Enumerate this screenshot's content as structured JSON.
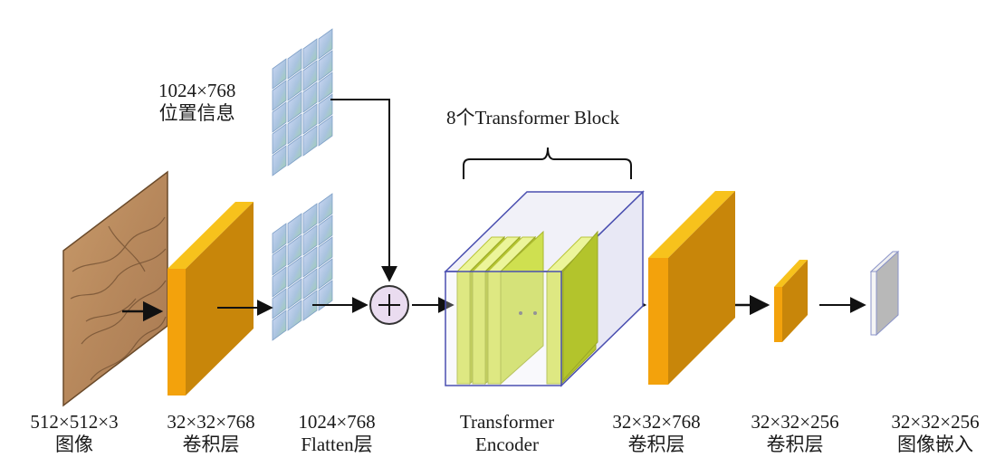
{
  "position_info": {
    "size": "1024×768",
    "name": "位置信息"
  },
  "block_label": "8个Transformer Block",
  "stages": [
    {
      "size": "512×512×3",
      "name": "图像"
    },
    {
      "size": "32×32×768",
      "name": "卷积层"
    },
    {
      "size": "1024×768",
      "name": "Flatten层"
    },
    {
      "size": "Transformer",
      "name": "Encoder"
    },
    {
      "size": "32×32×768",
      "name": "卷积层"
    },
    {
      "size": "32×32×256",
      "name": "卷积层"
    },
    {
      "size": "32×32×256",
      "name": "图像嵌入"
    }
  ],
  "colors": {
    "conv_orange": "#f3a20c",
    "conv_dark": "#c8860a",
    "block_green": "#d8e85a",
    "encoder_box": "#4a4fb0",
    "grid_tile": "#b7cde4"
  },
  "icons": {
    "add": "circled-plus-icon"
  }
}
